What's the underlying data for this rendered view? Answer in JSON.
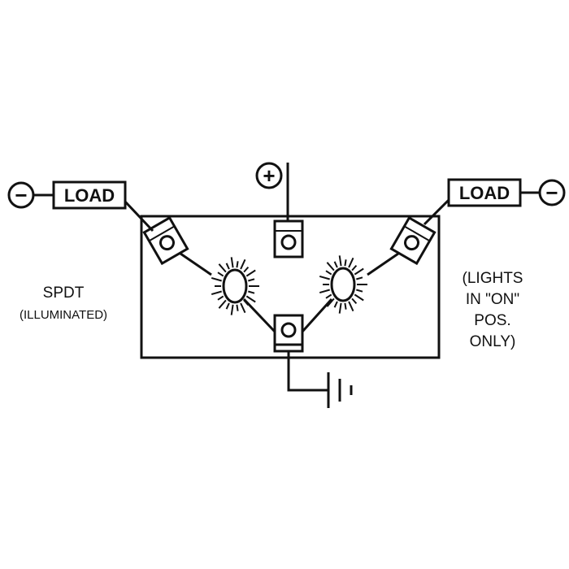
{
  "diagram": {
    "symbols": {
      "negative": "−",
      "positive": "+"
    },
    "load_left": "LOAD",
    "load_right": "LOAD",
    "switch_type": "SPDT",
    "switch_note": "(ILLUMINATED)",
    "lights_note": {
      "line1": "(LIGHTS",
      "line2": "IN \"ON\"",
      "line3": "POS.",
      "line4": "ONLY)"
    }
  }
}
